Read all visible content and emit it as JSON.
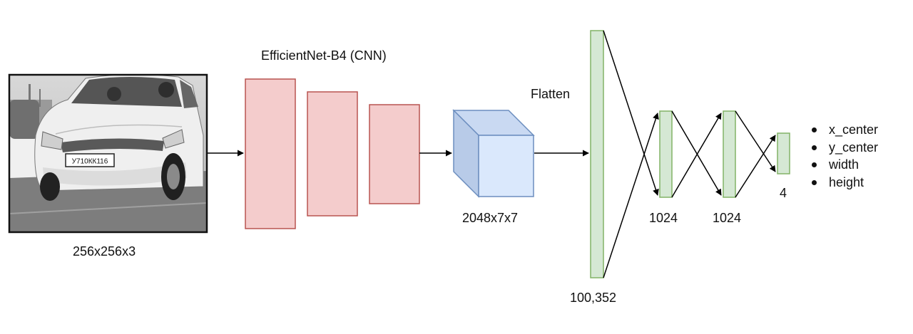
{
  "input": {
    "plate_text": "У710КК116",
    "size_label": "256x256x3"
  },
  "backbone": {
    "title": "EfficientNet-B4 (CNN)",
    "color_fill": "#f4cccc",
    "color_stroke": "#b85450"
  },
  "feature_map": {
    "size_label": "2048x7x7",
    "color_fill": "#dae8fc",
    "color_stroke": "#6c8ebf"
  },
  "flatten": {
    "label": "Flatten",
    "size_label": "100,352"
  },
  "dense": {
    "layer1_label": "1024",
    "layer2_label": "1024",
    "output_label": "4",
    "color_fill": "#d5e8d4",
    "color_stroke": "#82b366"
  },
  "outputs": [
    "x_center",
    "y_center",
    "width",
    "height"
  ]
}
